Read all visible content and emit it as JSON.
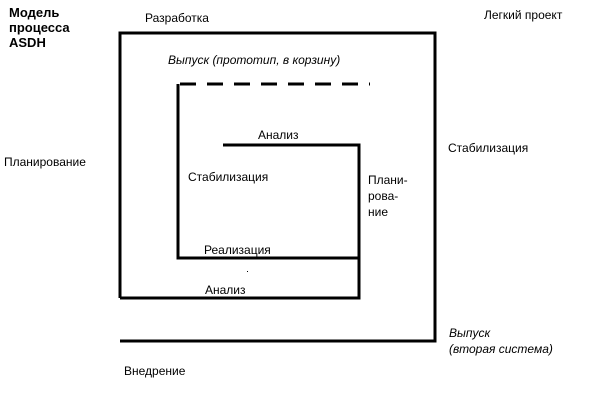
{
  "title": [
    "Модель",
    "процесса",
    "ASDH"
  ],
  "labels": {
    "development": "Разработка",
    "light_project": "Легкий проект",
    "release_prototype": "Выпуск (прототип, в корзину)",
    "planning_left": "Планирование",
    "stabilization_right": "Стабилизация",
    "analysis_inner": "Анализ",
    "stabilization_inner": "Стабилизация",
    "planning_split": [
      "Плани-",
      "рова-",
      "ние"
    ],
    "implementation": "Реализация",
    "analysis_bottom": "Анализ",
    "release_second": [
      "Выпуск",
      "(вторая система)"
    ],
    "deployment": "Внедрение"
  },
  "colors": {
    "line": "#000000",
    "background": "#ffffff"
  }
}
